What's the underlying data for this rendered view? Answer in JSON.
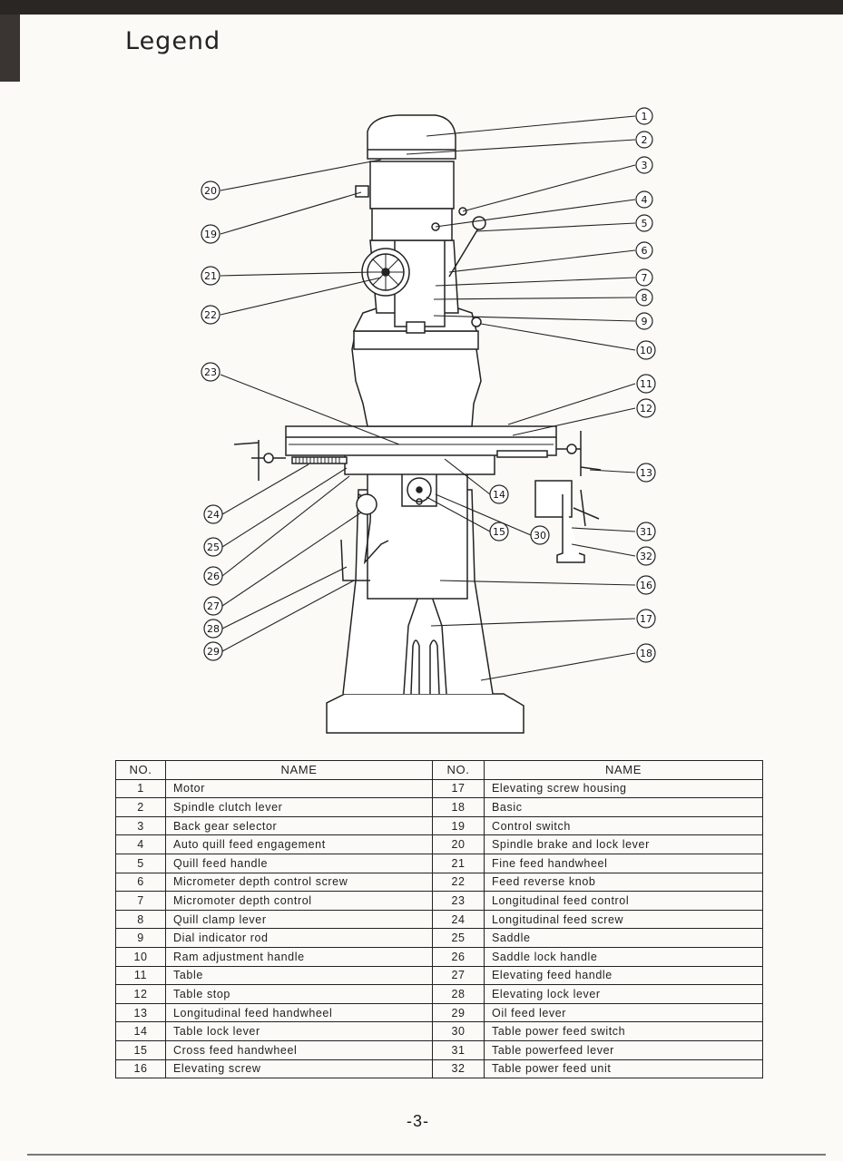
{
  "title": "Legend",
  "page_number": "-3-",
  "diagram": {
    "callouts": [
      "1",
      "2",
      "3",
      "4",
      "5",
      "6",
      "7",
      "8",
      "9",
      "10",
      "11",
      "12",
      "13",
      "14",
      "15",
      "16",
      "17",
      "18",
      "19",
      "20",
      "21",
      "22",
      "23",
      "24",
      "25",
      "26",
      "27",
      "28",
      "29",
      "30",
      "31",
      "32"
    ]
  },
  "table": {
    "headers": {
      "no": "NO.",
      "name": "NAME"
    },
    "rows": [
      {
        "no_l": "1",
        "name_l": "Motor",
        "no_r": "17",
        "name_r": "Elevating screw housing"
      },
      {
        "no_l": "2",
        "name_l": "Spindle clutch lever",
        "no_r": "18",
        "name_r": "Basic"
      },
      {
        "no_l": "3",
        "name_l": "Back gear selector",
        "no_r": "19",
        "name_r": "Control switch"
      },
      {
        "no_l": "4",
        "name_l": "Auto quill feed engagement",
        "no_r": "20",
        "name_r": "Spindle brake and lock lever"
      },
      {
        "no_l": "5",
        "name_l": "Quill feed handle",
        "no_r": "21",
        "name_r": "Fine feed handwheel"
      },
      {
        "no_l": "6",
        "name_l": "Micrometer depth control screw",
        "no_r": "22",
        "name_r": "Feed reverse knob"
      },
      {
        "no_l": "7",
        "name_l": "Micromoter depth control",
        "no_r": "23",
        "name_r": "Longitudinal feed control"
      },
      {
        "no_l": "8",
        "name_l": "Quill clamp lever",
        "no_r": "24",
        "name_r": "Longitudinal feed screw"
      },
      {
        "no_l": "9",
        "name_l": "Dial indicator rod",
        "no_r": "25",
        "name_r": "Saddle"
      },
      {
        "no_l": "10",
        "name_l": "Ram adjustment handle",
        "no_r": "26",
        "name_r": "Saddle lock handle"
      },
      {
        "no_l": "11",
        "name_l": "Table",
        "no_r": "27",
        "name_r": "Elevating feed handle"
      },
      {
        "no_l": "12",
        "name_l": "Table stop",
        "no_r": "28",
        "name_r": "Elevating lock lever"
      },
      {
        "no_l": "13",
        "name_l": "Longitudinal feed handwheel",
        "no_r": "29",
        "name_r": "Oil feed lever"
      },
      {
        "no_l": "14",
        "name_l": "Table lock lever",
        "no_r": "30",
        "name_r": "Table power feed switch"
      },
      {
        "no_l": "15",
        "name_l": "Cross feed handwheel",
        "no_r": "31",
        "name_r": "Table powerfeed lever"
      },
      {
        "no_l": "16",
        "name_l": "Elevating screw",
        "no_r": "32",
        "name_r": "Table power feed unit"
      }
    ]
  }
}
